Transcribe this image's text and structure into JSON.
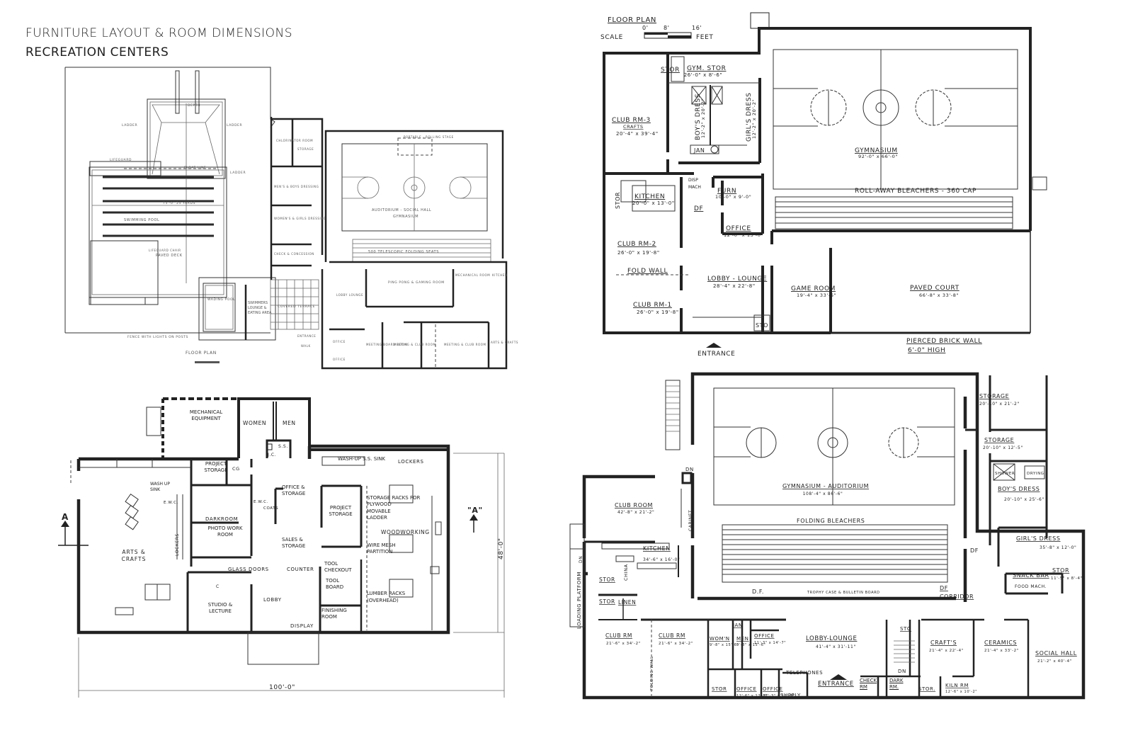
{
  "header": {
    "title_line1": "FURNITURE LAYOUT & ROOM DIMENSIONS",
    "title_line2": "RECREATION CENTERS"
  },
  "plan_top_left": {
    "floor_plan_label": "FLOOR PLAN",
    "rooms": {
      "swimming_pool": "SWIMMING POOL",
      "pool_length": "75'-0\" 25 YARDS",
      "lifeguard": "LIFEGUARD",
      "lifeguard_chair": "LIFEGUARD CHAIR",
      "ladder": "LADDER",
      "float_line": "FLOAT LINE",
      "depth": "DEPTH",
      "paved_deck": "PAVED DECK",
      "wading_pool": "WADING POOL",
      "swimmers_lounge": "SWIMMERS LOUNGE & EATING AREA",
      "fence": "FENCE WITH LIGHTS ON POSTS",
      "chlorinator": "CHLORINATOR ROOM",
      "storage": "STORAGE",
      "mens_dressing": "MEN'S & BOYS DRESSING",
      "womens_dressing": "WOMEN'S & GIRLS DRESSING",
      "check_concession": "CHECK & CONCESSION",
      "covered_terrace": "COVERED TERRACE",
      "entrance": "ENTRANCE",
      "walk": "WALK",
      "auditorium": "AUDITORIUM - SOCIAL HALL",
      "gymnasium": "GYMNASIUM",
      "portable_stage": "PORTABLE - ROLLING STAGE",
      "telescopic_seats": "500 TELESCOPIC FOLDING SEATS",
      "ping_pong": "PING PONG & GAMING ROOM",
      "mechanical": "MECHANICAL ROOM",
      "kitchen": "KITCHEN",
      "lobby_lounge": "LOBBY LOUNGE",
      "office1": "OFFICE",
      "office2": "OFFICE",
      "meeting_board": "MEETING BOARD ROOM",
      "meeting_club1": "MEETING & CLUB ROOM",
      "meeting_club2": "MEETING & CLUB ROOM",
      "arts_crafts": "ARTS & CRAFTS"
    }
  },
  "plan_top_right": {
    "floor_plan_label": "FLOOR PLAN",
    "scale": {
      "label": "SCALE",
      "ticks": [
        "0'",
        "8'",
        "16'"
      ],
      "unit": "FEET"
    },
    "rooms": [
      {
        "id": "stor",
        "name": "STOR",
        "dim": ""
      },
      {
        "id": "gym-stor",
        "name": "GYM. STOR",
        "dim": "26'-0\" x 8'-6\""
      },
      {
        "id": "club-rm-3",
        "name": "CLUB RM-3",
        "sub": "CRAFTS",
        "dim": "20'-4\" x 39'-4\""
      },
      {
        "id": "boys-dress",
        "name": "BOY'S DRESS",
        "dim": "12'-2\" x 20'-2\""
      },
      {
        "id": "girls-dress",
        "name": "GIRL'S DRESS",
        "dim": "12'-2\" x 20'-2\""
      },
      {
        "id": "jan",
        "name": "JAN",
        "dim": ""
      },
      {
        "id": "gymnasium",
        "name": "GYMNASIUM",
        "dim": "92'-0\" x 66'-0\""
      },
      {
        "id": "bleachers",
        "name": "ROLL-AWAY BLEACHERS - 360 CAP",
        "dim": ""
      },
      {
        "id": "stor-2",
        "name": "STOR",
        "dim": ""
      },
      {
        "id": "kitchen",
        "name": "KITCHEN",
        "dim": "20'-0\" x 13'-0\""
      },
      {
        "id": "disp-mach",
        "name": "DISP MACH",
        "dim": ""
      },
      {
        "id": "furn",
        "name": "FURN",
        "dim": "10'-0\" x 9'-0\""
      },
      {
        "id": "df",
        "name": "DF",
        "dim": ""
      },
      {
        "id": "office",
        "name": "OFFICE",
        "dim": "12'-0\" x 13'-0\""
      },
      {
        "id": "club-rm-2",
        "name": "CLUB RM-2",
        "dim": "26'-0\" x 19'-8\""
      },
      {
        "id": "fold-wall",
        "name": "FOLD WALL",
        "dim": ""
      },
      {
        "id": "lobby-lounge",
        "name": "LOBBY - LOUNGE",
        "dim": "28'-4\" x 22'-8\""
      },
      {
        "id": "club-rm-1",
        "name": "CLUB RM-1",
        "dim": "26'-0\" x 19'-8\""
      },
      {
        "id": "game-room",
        "name": "GAME ROOM",
        "dim": "19'-4\" x 33'-6\""
      },
      {
        "id": "sto",
        "name": "STO",
        "dim": ""
      },
      {
        "id": "paved-court",
        "name": "PAVED COURT",
        "dim": "66'-8\" x 33'-8\""
      }
    ],
    "entrance": "ENTRANCE",
    "pierced_wall": "PIERCED BRICK WALL",
    "pierced_wall_height": "6'-0\" HIGH"
  },
  "plan_bottom_left": {
    "rooms": {
      "mechanical": "MECHANICAL EQUIPMENT",
      "women": "WOMEN",
      "men": "MEN",
      "ss": "S.S.",
      "jc": "J.C.",
      "project_storage": "PROJECT STORAGE",
      "cg": "CG",
      "wash_up_sink": "WASH UP SINK",
      "emc1": "E.W.C.",
      "emc2": "E.W.C.",
      "darkroom": "DARKROOM",
      "photo": "PHOTO WORK ROOM",
      "lockers_left": "LOCKERS",
      "arts_crafts": "ARTS & CRAFTS",
      "glass_doors": "GLASS DOORS",
      "c": "C",
      "studio": "STUDIO & LECTURE",
      "lobby": "LOBBY",
      "display": "DISPLAY",
      "coats": "COATS",
      "office_storage": "OFFICE & STORAGE",
      "sales_storage": "SALES & STORAGE",
      "counter": "COUNTER",
      "project_storage2": "PROJECT STORAGE",
      "tool_checkout": "TOOL CHECKOUT",
      "tool_board": "TOOL BOARD",
      "finishing": "FINISHING ROOM",
      "wash_up_ss": "WASH-UP S.S. SINK",
      "lockers_right": "LOCKERS",
      "storage_racks": "STORAGE RACKS FOR PLYWOOD",
      "movable_ladder": "MOVABLE LADDER",
      "woodworking": "WOODWORKING",
      "wire_mesh": "WIRE MESH PARTITION",
      "lumber_racks": "LUMBER RACKS (OVERHEAD)"
    },
    "section_left": "A",
    "section_right": "\"A\"",
    "dim_height": "48'-0\"",
    "dim_width": "100'-0\""
  },
  "plan_bottom_right": {
    "rooms": [
      {
        "id": "storage-1",
        "name": "STORAGE",
        "dim": "20'-10\" x 21'-2\""
      },
      {
        "id": "storage-2",
        "name": "STORAGE",
        "dim": "20'-10\" x 12'-5\""
      },
      {
        "id": "shower",
        "name": "SHOWER",
        "dim": ""
      },
      {
        "id": "drying",
        "name": "DRYING",
        "dim": ""
      },
      {
        "id": "boys-dress",
        "name": "BOY'S DRESS",
        "dim": "20'-10\" x 25'-6\""
      },
      {
        "id": "gym-aud",
        "name": "GYMNASIUM - AUDITORIUM",
        "dim": "108'-4\" x 86'-6\""
      },
      {
        "id": "folding-bleachers",
        "name": "FOLDING BLEACHERS",
        "dim": ""
      },
      {
        "id": "club-room",
        "name": "CLUB ROOM",
        "dim": "42'-8\" x 21'-2\""
      },
      {
        "id": "cabinet",
        "name": "CABINET",
        "dim": ""
      },
      {
        "id": "kitchen",
        "name": "KITCHEN",
        "dim": "34'-6\" x 16'-0\""
      },
      {
        "id": "girls-dress",
        "name": "GIRL'S DRESS",
        "dim": "35'-8\" x 12'-0\""
      },
      {
        "id": "snack-bar",
        "name": "SNACK BAR",
        "dim": ""
      },
      {
        "id": "food-mach",
        "name": "FOOD MACH.",
        "dim": ""
      },
      {
        "id": "stor-r",
        "name": "STOR",
        "dim": "11'-5\" x 8'-4\""
      },
      {
        "id": "stor-a",
        "name": "STOR",
        "dim": ""
      },
      {
        "id": "china",
        "name": "CHINA",
        "dim": ""
      },
      {
        "id": "stor-b",
        "name": "STOR",
        "dim": ""
      },
      {
        "id": "linen",
        "name": "LINEN",
        "dim": ""
      },
      {
        "id": "trophy",
        "name": "TROPHY CASE & BULLETIN BOARD",
        "dim": ""
      },
      {
        "id": "corridor",
        "name": "CORRIDOR",
        "dim": ""
      },
      {
        "id": "club-rm-a",
        "name": "CLUB RM",
        "dim": "21'-6\" x 34'-2\""
      },
      {
        "id": "club-rm-b",
        "name": "CLUB RM",
        "dim": "21'-6\" x 34'-2\""
      },
      {
        "id": "jan",
        "name": "JAN",
        "dim": ""
      },
      {
        "id": "womens",
        "name": "WOM'N",
        "dim": "9'-8\" x 15'-6\""
      },
      {
        "id": "mens",
        "name": "MEN",
        "dim": "9'-8\" x 15'-6\""
      },
      {
        "id": "office-1",
        "name": "OFFICE",
        "dim": "11'-3\" x 14'-7\""
      },
      {
        "id": "lobby-lounge",
        "name": "LOBBY-LOUNGE",
        "dim": "41'-4\" x 31'-11\""
      },
      {
        "id": "sto",
        "name": "STO",
        "dim": ""
      },
      {
        "id": "crafts",
        "name": "CRAFT'S",
        "dim": "21'-4\" x 22'-4\""
      },
      {
        "id": "ceramics",
        "name": "CERAMICS",
        "dim": "21'-4\" x 33'-2\""
      },
      {
        "id": "social-hall",
        "name": "SOCIAL HALL",
        "dim": "21'-2\" x 40'-4\""
      },
      {
        "id": "telephones",
        "name": "TELEPHONES",
        "dim": ""
      },
      {
        "id": "stor-c",
        "name": "STOR",
        "dim": ""
      },
      {
        "id": "office-2",
        "name": "OFFICE",
        "dim": "12'-6\" x 12'-8\""
      },
      {
        "id": "office-3",
        "name": "OFFICE",
        "dim": "11'-3\" x 12'-8\""
      },
      {
        "id": "supply",
        "name": "SUPPLY",
        "dim": ""
      },
      {
        "id": "check-rm",
        "name": "CHECK RM",
        "dim": ""
      },
      {
        "id": "dark-rm",
        "name": "DARK RM.",
        "dim": ""
      },
      {
        "id": "stor-d",
        "name": "STOR.",
        "dim": ""
      },
      {
        "id": "kiln-rm",
        "name": "KILN RM",
        "dim": "12'-6\" x 10'-2\""
      }
    ],
    "labels": {
      "dn_top": "DN",
      "dn_side": "DN",
      "dn_stair": "DN",
      "loading_platform": "LOADING PLATFORM",
      "folding_wall": "FOLDING WALL",
      "df_left": "D.F.",
      "df_right": "DF",
      "df_side": "DF",
      "entrance": "ENTRANCE"
    }
  }
}
